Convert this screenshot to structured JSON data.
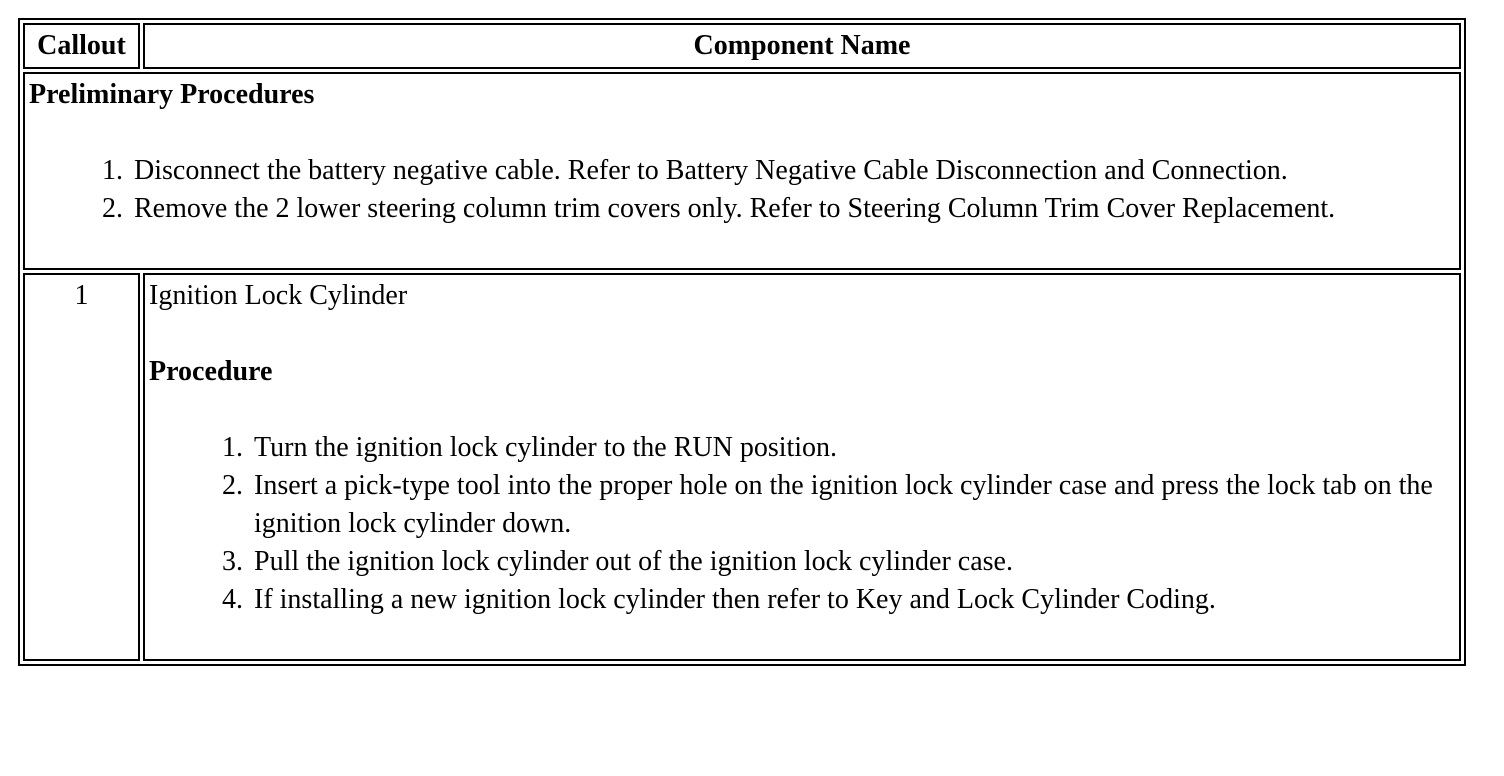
{
  "table": {
    "header": {
      "callout": "Callout",
      "component_name": "Component Name"
    },
    "preliminary": {
      "title": "Preliminary Procedures",
      "steps": [
        "Disconnect the battery negative cable. Refer to Battery Negative Cable Disconnection and Connection.",
        "Remove the 2 lower steering column trim covers only. Refer to Steering Column Trim Cover Replacement."
      ]
    },
    "rows": [
      {
        "callout": "1",
        "component": "Ignition Lock Cylinder",
        "procedure_label": "Procedure",
        "steps": [
          "Turn the ignition lock cylinder to the RUN position.",
          "Insert a pick-type tool into the proper hole on the ignition lock cylinder case and press the lock tab on the ignition lock cylinder down.",
          "Pull the ignition lock cylinder out of the ignition lock cylinder case.",
          "If installing a new ignition lock cylinder then refer to Key and Lock Cylinder Coding."
        ]
      }
    ]
  },
  "colors": {
    "text": "#000000",
    "border": "#000000",
    "background": "#ffffff"
  }
}
